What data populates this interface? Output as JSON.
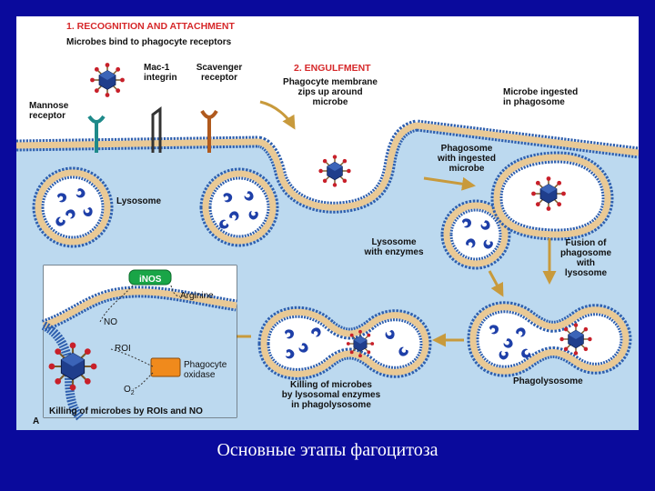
{
  "diagram": {
    "step1_title": "1. RECOGNITION AND ATTACHMENT",
    "step1_subtitle": "Microbes bind to phagocyte receptors",
    "mannose_receptor": "Mannose\nreceptor",
    "mac1_integrin": "Mac-1\nintegrin",
    "scavenger_receptor": "Scavenger\nreceptor",
    "step2_title": "2. ENGULFMENT",
    "zipper_label": "Phagocyte membrane\nzips up around\nmicrobe",
    "ingested_label": "Microbe ingested\nin phagosome",
    "phagosome_label": "Phagosome\nwith ingested\nmicrobe",
    "lysosome_label": "Lysosome",
    "lysosome_enzymes_label": "Lysosome\nwith enzymes",
    "fusion_label": "Fusion of\nphagosome\nwith\nlysosome",
    "phagolysosome_label": "Phagolysosome",
    "killing_enzymes_label": "Killing of microbes\nby lysosomal enzymes\nin phagolysosome",
    "inset": {
      "inos": "iNOS",
      "arginine": "Arginine",
      "no": "NO",
      "roi": "ROI",
      "oxidase": "Phagocyte\noxidase",
      "o2": "O",
      "o2_sub": "2",
      "caption": "Killing of microbes by ROIs and NO",
      "panel_letter": "A"
    }
  },
  "caption": "Основные этапы фагоцитоза",
  "colors": {
    "background": "#0a0a9c",
    "cytoplasm": "#bcd9ef",
    "membrane_head": "#2e5fae",
    "membrane_tail": "#e9c995",
    "step_title": "#d6282a",
    "microbe": "#1f3e8c",
    "enzyme": "#1e3fa8",
    "oxidase": "#f08a1c",
    "inos": "#19a547"
  }
}
